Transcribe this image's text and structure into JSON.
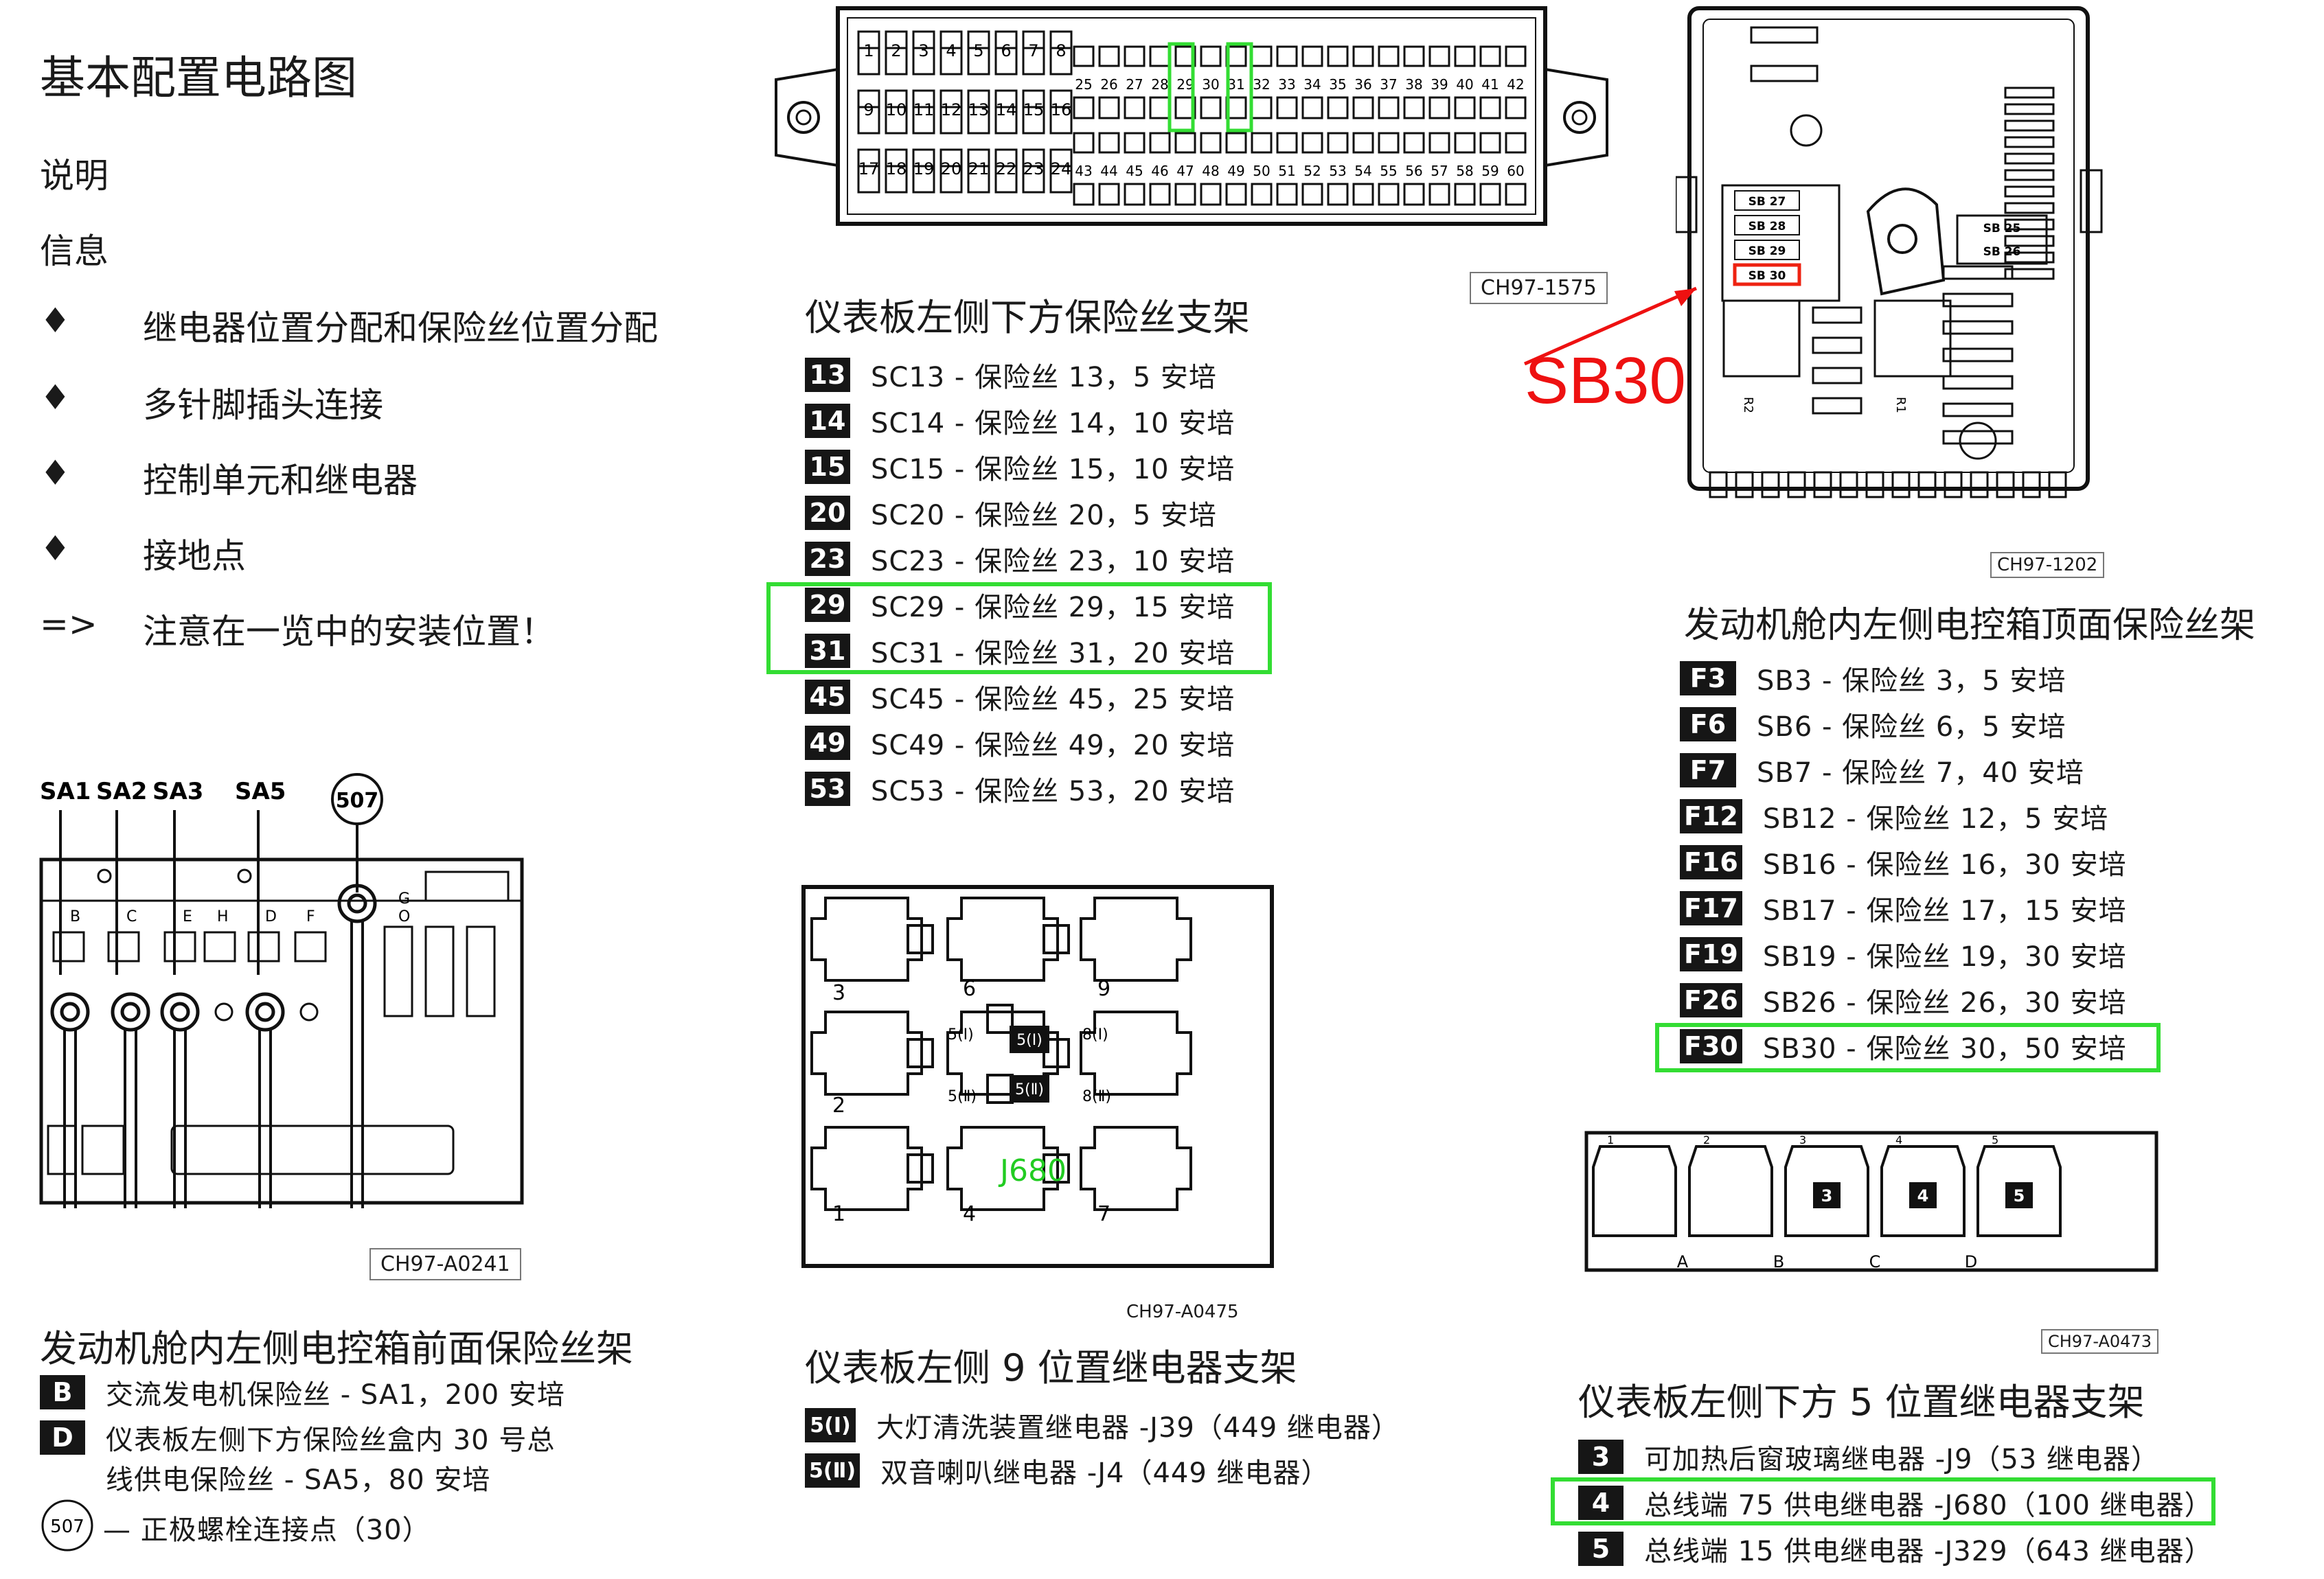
{
  "header": {
    "title": "基本配置电路图",
    "info_1": "说明",
    "info_2": "信息",
    "bullets": [
      {
        "marker": "♦",
        "text": "继电器位置分配和保险丝位置分配"
      },
      {
        "marker": "♦",
        "text": "多针脚插头连接"
      },
      {
        "marker": "♦",
        "text": "控制单元和继电器"
      },
      {
        "marker": "♦",
        "text": "接地点"
      },
      {
        "marker": "=>",
        "text": "注意在一览中的安装位置！"
      }
    ]
  },
  "fuse_panel_top": {
    "row1_numbers": [
      "1",
      "2",
      "3",
      "4",
      "5",
      "6",
      "7",
      "8"
    ],
    "row2_numbers": [
      "9",
      "10",
      "11",
      "12",
      "13",
      "14",
      "15",
      "16"
    ],
    "row3_numbers": [
      "17",
      "18",
      "19",
      "20",
      "21",
      "22",
      "23",
      "24"
    ],
    "right_row1_numbers": [
      "25",
      "26",
      "27",
      "28",
      "29",
      "30",
      "31",
      "32",
      "33",
      "34",
      "35",
      "36",
      "37",
      "38",
      "39",
      "40",
      "41",
      "42"
    ],
    "right_row2_numbers": [
      "43",
      "44",
      "45",
      "46",
      "47",
      "48",
      "49",
      "50",
      "51",
      "52",
      "53",
      "54",
      "55",
      "56",
      "57",
      "58",
      "59",
      "60"
    ],
    "ref": "CH97-1575"
  },
  "dash_fuses": {
    "title": "仪表板左侧下方保险丝支架",
    "rows": [
      {
        "badge": "13",
        "text": "SC13 - 保险丝 13，5 安培"
      },
      {
        "badge": "14",
        "text": "SC14 - 保险丝 14，10 安培"
      },
      {
        "badge": "15",
        "text": "SC15 - 保险丝 15，10 安培"
      },
      {
        "badge": "20",
        "text": "SC20 - 保险丝 20，5 安培"
      },
      {
        "badge": "23",
        "text": "SC23 - 保险丝 23，10 安培"
      },
      {
        "badge": "29",
        "text": "SC29 - 保险丝 29，15 安培"
      },
      {
        "badge": "31",
        "text": "SC31 - 保险丝 31，20 安培"
      },
      {
        "badge": "45",
        "text": "SC45 - 保险丝 45，25 安培"
      },
      {
        "badge": "49",
        "text": "SC49 - 保险丝 49，20 安培"
      },
      {
        "badge": "53",
        "text": "SC53 - 保险丝 53，20 安培"
      }
    ]
  },
  "engine_box": {
    "ref": "CH97-1202",
    "callout": "SB30",
    "callout_color": "#ee1111",
    "labels": {
      "sb27": "SB 27",
      "sb28": "SB 28",
      "sb29": "SB 29",
      "sb30": "SB 30",
      "sb25": "SB 25",
      "sb26": "SB 26",
      "r1": "R1",
      "r2": "R2"
    }
  },
  "engine_fuses": {
    "title": "发动机舱内左侧电控箱顶面保险丝架",
    "rows": [
      {
        "badge": "F3",
        "text": "SB3   - 保险丝 3，5 安培"
      },
      {
        "badge": "F6",
        "text": "SB6   - 保险丝 6，5 安培"
      },
      {
        "badge": "F7",
        "text": "SB7   - 保险丝 7，40 安培"
      },
      {
        "badge": "F12",
        "text": "SB12 - 保险丝 12，5 安培"
      },
      {
        "badge": "F16",
        "text": "SB16 - 保险丝 16，30 安培"
      },
      {
        "badge": "F17",
        "text": "SB17 - 保险丝 17，15 安培"
      },
      {
        "badge": "F19",
        "text": "SB19 - 保险丝 19，30 安培"
      },
      {
        "badge": "F26",
        "text": "SB26 - 保险丝 26，30 安培"
      },
      {
        "badge": "F30",
        "text": "SB30 - 保险丝 30，50 安培"
      }
    ]
  },
  "front_fuse_holder": {
    "labels": [
      "SA1",
      "SA2",
      "SA3",
      "SA5"
    ],
    "circle": "507",
    "slot_letters": [
      "B",
      "C",
      "E",
      "H",
      "D",
      "F"
    ],
    "side_letters": [
      "G",
      "O"
    ],
    "ref": "CH97-A0241",
    "title": "发动机舱内左侧电控箱前面保险丝架",
    "rows": [
      {
        "badge": "B",
        "text": "交流发电机保险丝 - SA1，200 安培"
      },
      {
        "badge": "D",
        "text": "仪表板左侧下方保险丝盒内 30 号总"
      },
      {
        "badge": "",
        "text": "线供电保险丝 - SA5，80 安培"
      }
    ],
    "circle_note": "— 正极螺栓连接点（30）"
  },
  "relay9": {
    "positions": [
      "1",
      "2",
      "3",
      "4",
      "5",
      "6",
      "7",
      "8",
      "9"
    ],
    "center_labels": {
      "r1": "5(Ⅰ)",
      "r2": "5(Ⅱ)",
      "l1": "5(Ⅰ)",
      "l2": "5(Ⅱ)",
      "m1": "8(Ⅰ)",
      "m2": "8(Ⅱ)"
    },
    "annotation": "J680",
    "annotation_color": "#22cc22",
    "ref": "CH97-A0475",
    "title": "仪表板左侧 9 位置继电器支架",
    "rows": [
      {
        "badge": "5(Ⅰ)",
        "text": "大灯清洗装置继电器 -J39（449 继电器）"
      },
      {
        "badge": "5(Ⅱ)",
        "text": "双音喇叭继电器 -J4（449 继电器）"
      }
    ]
  },
  "relay5": {
    "top_numbers": [
      "1",
      "2",
      "3",
      "4",
      "5"
    ],
    "badges": [
      "3",
      "4",
      "5"
    ],
    "bottom_letters": [
      "A",
      "B",
      "C",
      "D"
    ],
    "ref": "CH97-A0473",
    "title": "仪表板左侧下方 5 位置继电器支架",
    "rows": [
      {
        "badge": "3",
        "text": "可加热后窗玻璃继电器 -J9（53 继电器）"
      },
      {
        "badge": "4",
        "text": "总线端 75 供电继电器 -J680（100 继电器）"
      },
      {
        "badge": "5",
        "text": "总线端 15 供电继电器 -J329（643 继电器）"
      }
    ]
  },
  "colors": {
    "highlight": "#33dd33",
    "ink": "#1a1a1a"
  }
}
